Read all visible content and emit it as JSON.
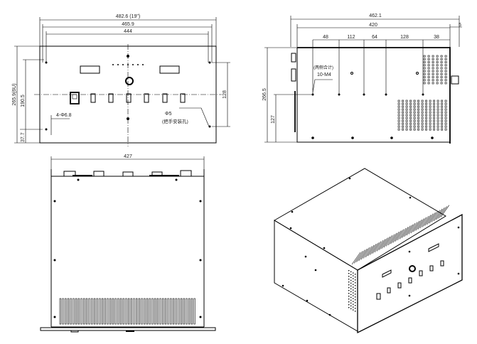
{
  "front_view": {
    "width_overall": "482.6 (19\")",
    "width_holes": "465.9",
    "width_inner": "444",
    "height_overall": "265.9(6U)",
    "height_holes": "190.5",
    "height_bottom": "37.7",
    "height_right": "128",
    "mount_holes": "4-Φ6.8",
    "handle_holes": "Φ5",
    "handle_holes_note": "(把手安装孔)"
  },
  "side_view": {
    "depth_overall": "462.1",
    "depth_body": "420",
    "handle_offset": "5",
    "hole_spacing": [
      "48",
      "112",
      "64",
      "128",
      "38"
    ],
    "height_overall": "266.5",
    "hole_height": "127",
    "screw_note_total": "(两侧合计)",
    "screw_note": "10-M4"
  },
  "top_view": {
    "width": "427"
  }
}
